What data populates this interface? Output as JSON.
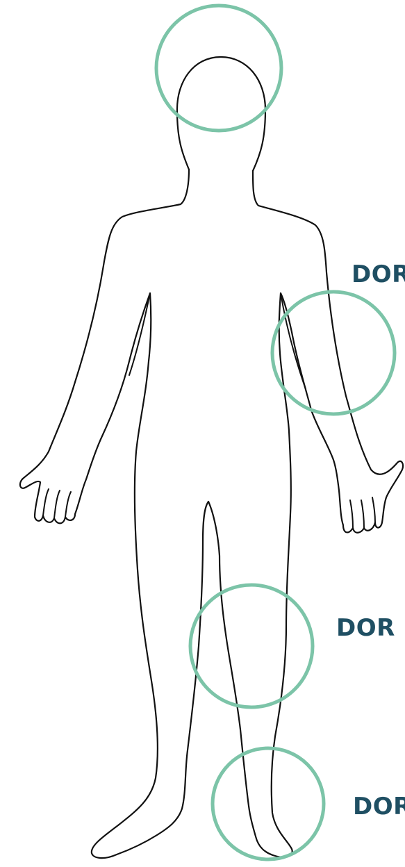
{
  "labels": {
    "hip": "DOR",
    "knee": "DOR",
    "ankle": "DOR"
  },
  "colors": {
    "marker": "#7cc4a8",
    "label": "#1f4f63",
    "outline": "#111111",
    "background": "#ffffff"
  },
  "markers": [
    "head",
    "hip",
    "knee",
    "ankle"
  ]
}
